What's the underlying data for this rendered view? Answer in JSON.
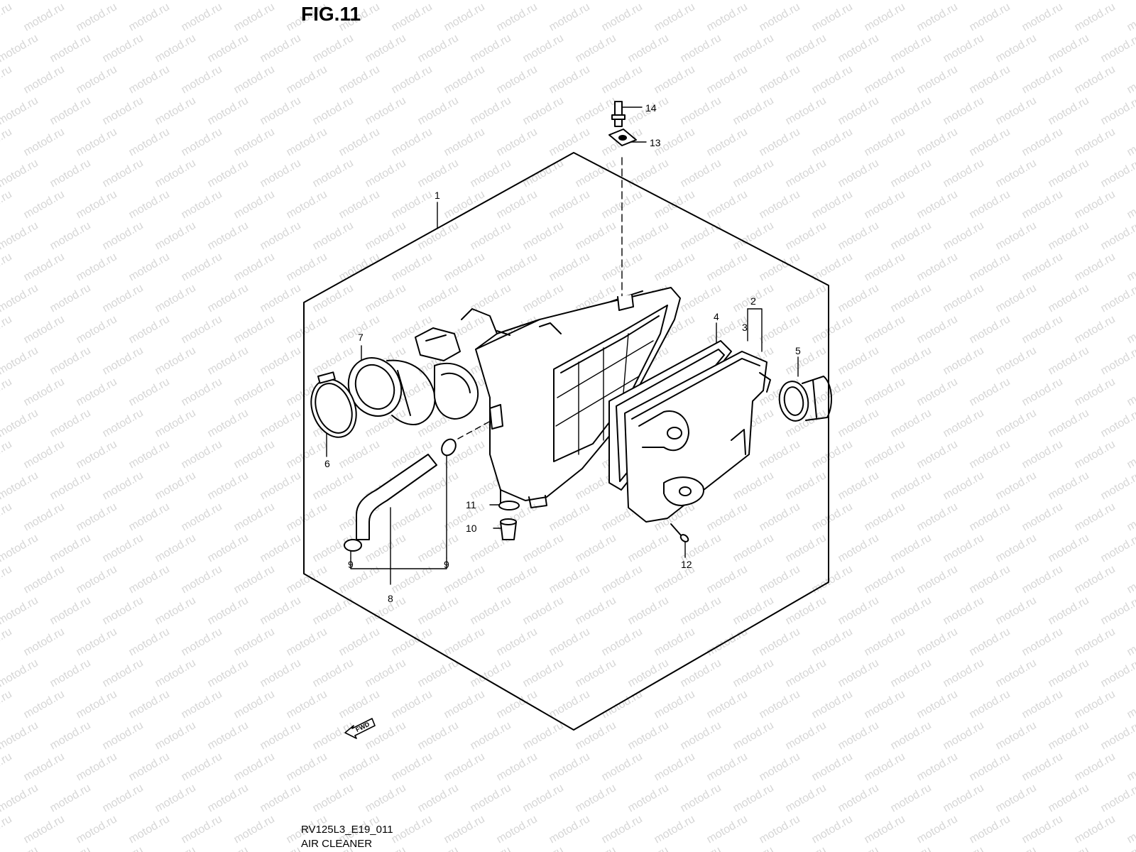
{
  "figure": {
    "title": "FIG.11",
    "model_code": "RV125L3_E19_011",
    "assembly_name": "AIR CLEANER",
    "fwd_label": "FWD",
    "watermark": "motod.ru"
  },
  "callouts": [
    {
      "id": "1",
      "text": "1"
    },
    {
      "id": "2",
      "text": "2"
    },
    {
      "id": "3",
      "text": "3"
    },
    {
      "id": "4",
      "text": "4"
    },
    {
      "id": "5",
      "text": "5"
    },
    {
      "id": "6",
      "text": "6"
    },
    {
      "id": "7",
      "text": "7"
    },
    {
      "id": "8",
      "text": "8"
    },
    {
      "id": "9a",
      "text": "9"
    },
    {
      "id": "9b",
      "text": "9"
    },
    {
      "id": "10",
      "text": "10"
    },
    {
      "id": "11",
      "text": "11"
    },
    {
      "id": "12",
      "text": "12"
    },
    {
      "id": "13",
      "text": "13"
    },
    {
      "id": "14",
      "text": "14"
    }
  ],
  "colors": {
    "line": "#000000",
    "watermark": "#d6d6d6",
    "background": "#ffffff"
  }
}
